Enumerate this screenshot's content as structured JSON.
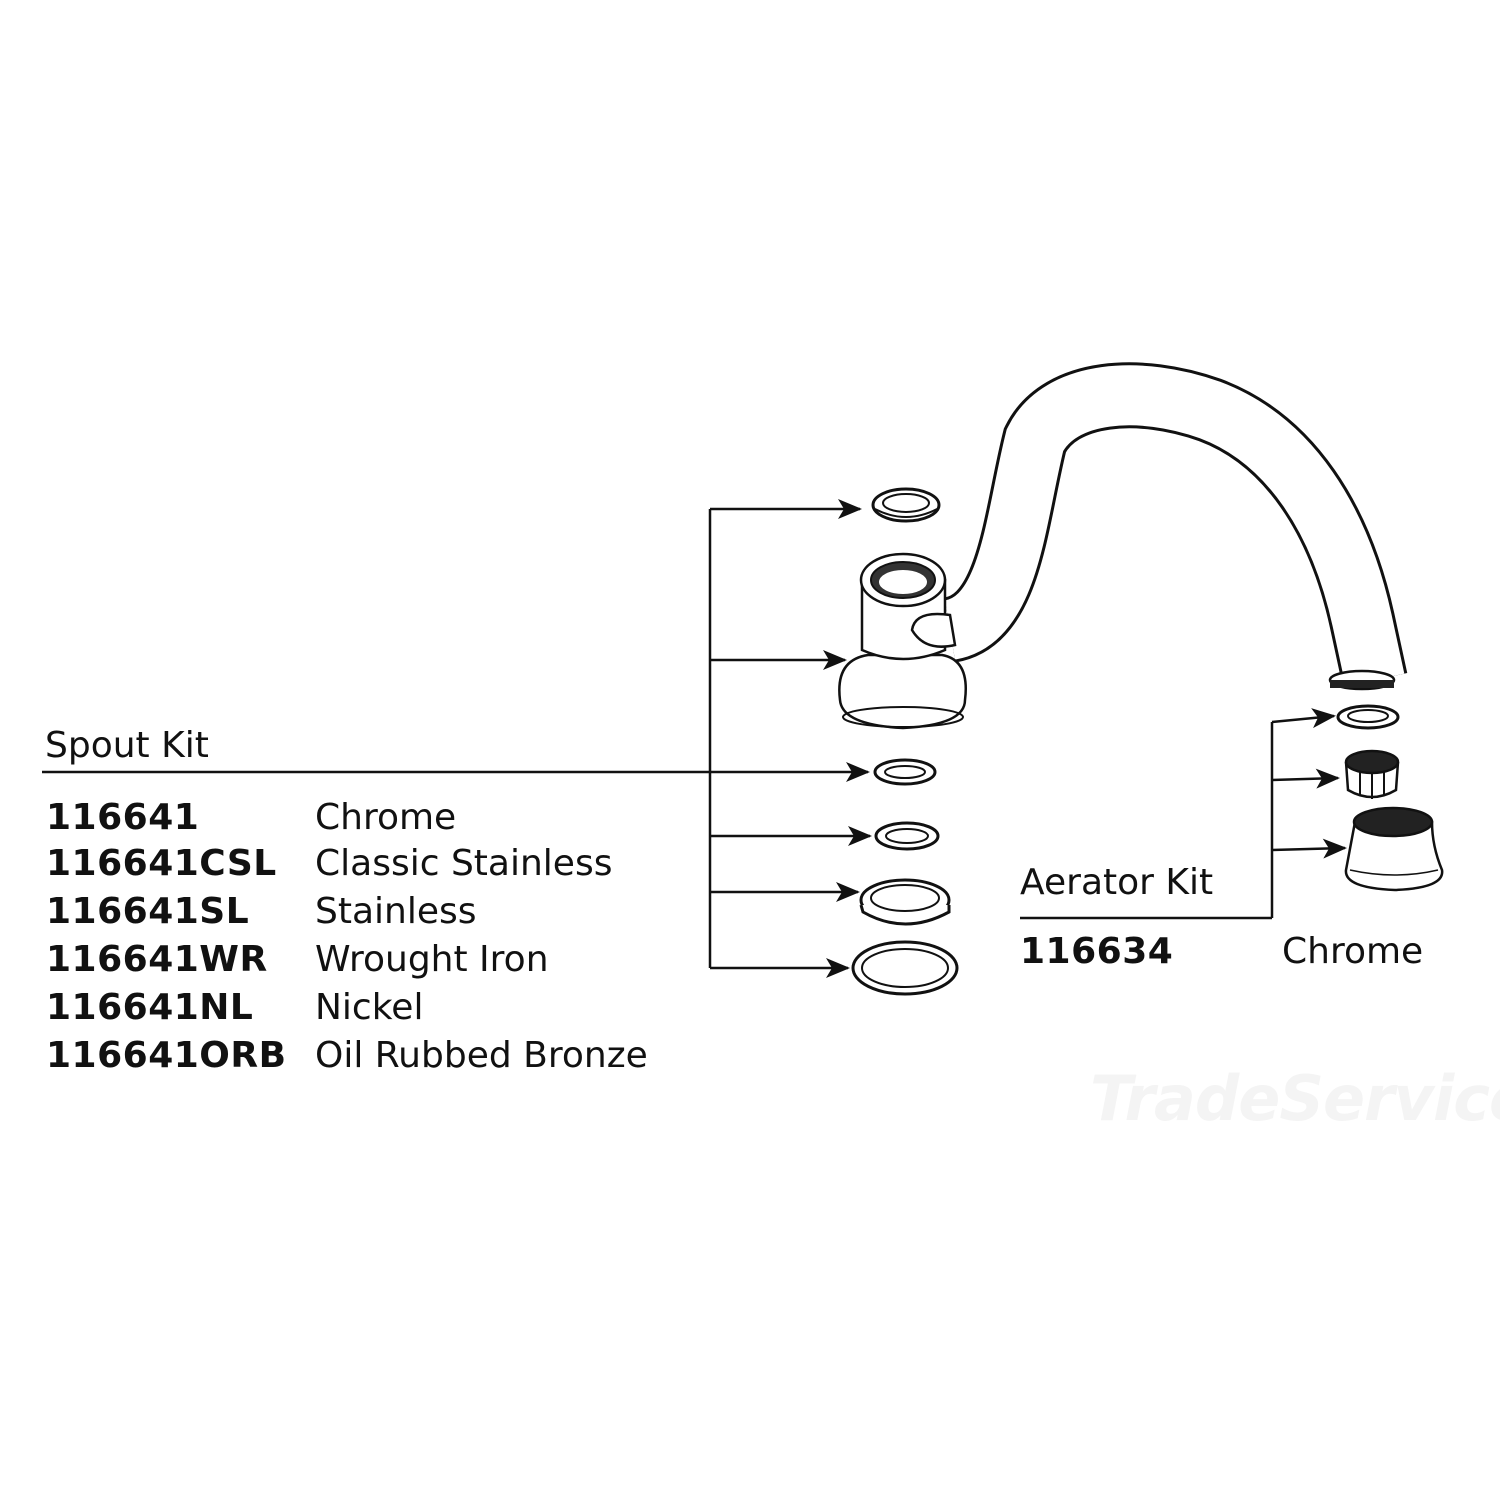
{
  "spout_kit": {
    "title": "Spout Kit",
    "items": [
      {
        "part": "116641",
        "finish": "Chrome"
      },
      {
        "part": "116641CSL",
        "finish": "Classic Stainless"
      },
      {
        "part": "116641SL",
        "finish": "Stainless"
      },
      {
        "part": "116641WR",
        "finish": "Wrought Iron"
      },
      {
        "part": "116641NL",
        "finish": "Nickel"
      },
      {
        "part": "116641ORB",
        "finish": "Oil Rubbed Bronze"
      }
    ]
  },
  "aerator_kit": {
    "title": "Aerator Kit",
    "items": [
      {
        "part": "116634",
        "finish": "Chrome"
      }
    ]
  },
  "watermark": {
    "text": "TradeService"
  },
  "colors": {
    "line": "#111111",
    "fill": "#ffffff",
    "dark_fill": "#222222"
  }
}
